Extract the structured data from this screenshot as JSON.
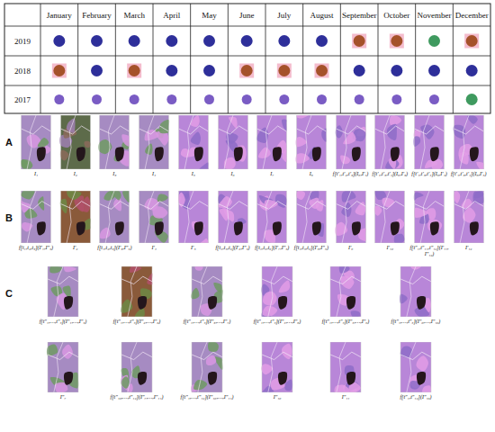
{
  "diagram": {
    "nodes": [
      {
        "text": [
          "I₁"
        ]
      },
      {
        "text": [
          "I₂"
        ]
      },
      {
        "text": [
          "I₃"
        ]
      },
      {
        "text": [
          "I₄"
        ]
      },
      {
        "text": [
          "I₅"
        ]
      },
      {
        "text": [
          "I₆"
        ]
      },
      {
        "text": [
          "I₇"
        ]
      },
      {
        "text": [
          "I₈"
        ]
      },
      {
        "text": [
          "f[t′₁,t′₂,t′₃](I₈,I′₁)"
        ]
      },
      {
        "text": [
          "f[t′₁,t′₃,t′₄](I₈,I′₃)"
        ]
      },
      {
        "text": [
          "f[t′₁,t′₃,t′₄](I₈,I′₄)"
        ]
      },
      {
        "text": [
          "f[t′₁,t′₃,t′₄](I₈,I′₅)"
        ]
      },
      {
        "text": [
          "f[t₁,t₂,t₃](I′₁,I″₅)"
        ]
      },
      {
        "text": [
          "I′₂"
        ]
      },
      {
        "text": [
          "f[t₁,t₂,t₃](I′₃,I″₅)"
        ]
      },
      {
        "text": [
          "I′₄"
        ]
      },
      {
        "text": [
          "I′₅"
        ]
      },
      {
        "text": [
          "f[t₄,t₅,t₆](I′₆,I″₅)"
        ]
      },
      {
        "text": [
          "f[t₄,t₅,t₆](I′₇,I″₅)"
        ]
      },
      {
        "text": [
          "f[t₄,t₅,t₆](I′₈,I″₅)"
        ]
      },
      {
        "text": [
          "I′₉"
        ]
      },
      {
        "text": [
          "I′₁₀"
        ]
      },
      {
        "text": [
          "f[t″₁,t″₁₁,t″₁₂](I′₁₁,I″₁₂)"
        ]
      },
      {
        "text": [
          "I′₁₂"
        ]
      },
      {
        "text": [
          "f[t″₁,…,t″₅](I″₁,…,I″₅)"
        ]
      },
      {
        "text": [
          "f[t″₁,…,t″₅](I″₂,…,I″₆)"
        ]
      },
      {
        "text": [
          "f[t″₁,…,t″₅](I″₃,…,I″₇)"
        ]
      },
      {
        "text": [
          "f[t″₁,…,t″₅](I″₄,…,I″₈)"
        ]
      },
      {
        "text": [
          "f[t″₁,…,t″₅](I″₅,…,I″₉)"
        ]
      },
      {
        "text": [
          "f[t″₁,…,t″₅](I″₆,…,I″₁₀)"
        ]
      },
      {
        "text": [
          "I″₇"
        ]
      },
      {
        "text": [
          "f[t″₁₀,…,t″₁₂](I″₇,…,I″₁₁)"
        ]
      },
      {
        "text": [
          "f[t″₁,…,t″₁₂](I″₁₀,…,I″₁₁)"
        ]
      },
      {
        "text": [
          "I″₁₀"
        ]
      },
      {
        "text": [
          "I″₁₁"
        ]
      },
      {
        "text": [
          "f[t″₁,t″₁₂](I″₁₀)"
        ]
      }
    ],
    "labels": [
      "January",
      "February",
      "March",
      "April",
      "May",
      "June",
      "July",
      "August",
      "September",
      "October",
      "November",
      "December",
      "2019",
      "2018",
      "2017",
      "A",
      "B",
      "C"
    ]
  }
}
